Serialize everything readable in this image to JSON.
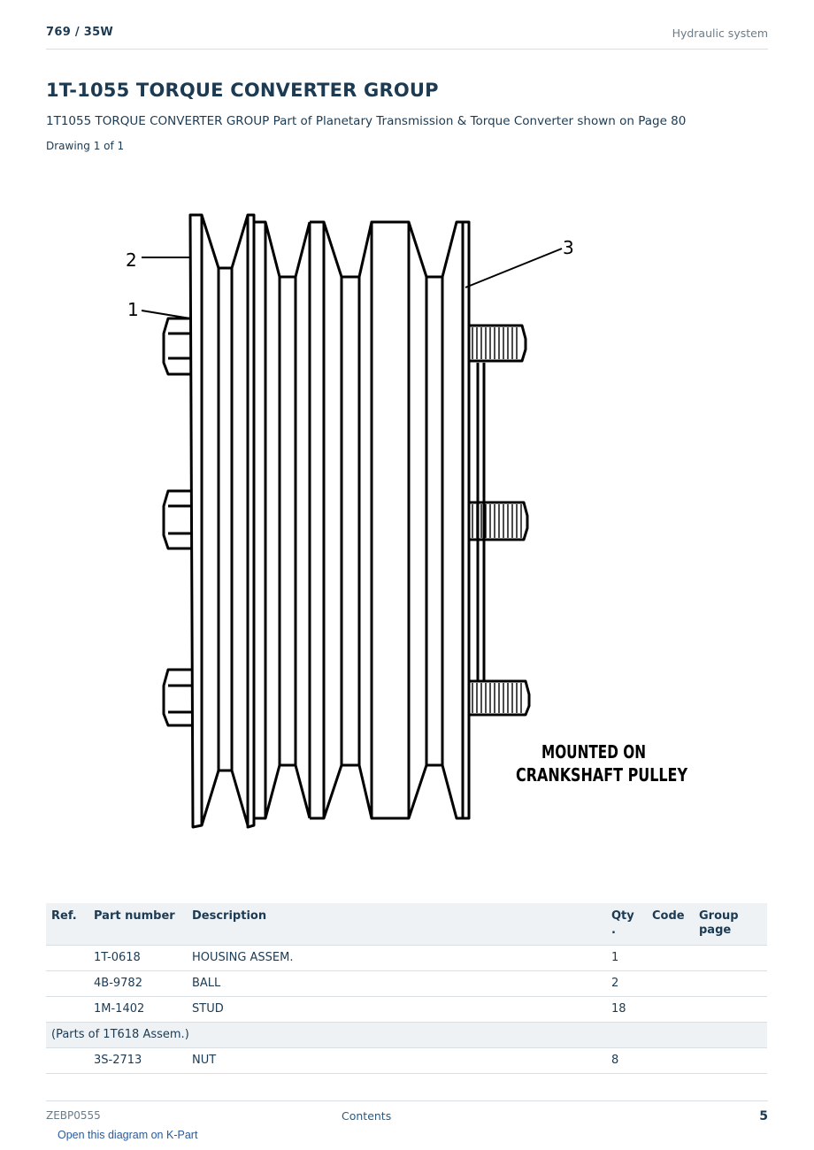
{
  "header": {
    "model": "769  /  35W",
    "section": "Hydraulic system"
  },
  "title": "1T-1055 TORQUE CONVERTER GROUP",
  "subtitle": "1T1055 TORQUE CONVERTER GROUP Part of Planetary Transmission & Torque Converter shown on Page 80",
  "drawing_note": "Drawing 1 of 1",
  "diagram": {
    "callouts": [
      "1",
      "2",
      "3"
    ],
    "caption_line1": "MOUNTED ON",
    "caption_line2": "CRANKSHAFT PULLEY"
  },
  "table": {
    "headers": {
      "ref": "Ref.",
      "part_number": "Part number",
      "description": "Description",
      "qty_line1": "Qty",
      "qty_line2": ".",
      "code": "Code",
      "group_page_line1": "Group",
      "group_page_line2": "page"
    },
    "rows": [
      {
        "ref": "",
        "part_number": "1T-0618",
        "description": "HOUSING ASSEM.",
        "qty": "1",
        "code": "",
        "group_page": ""
      },
      {
        "ref": "",
        "part_number": "4B-9782",
        "description": "BALL",
        "qty": "2",
        "code": "",
        "group_page": ""
      },
      {
        "ref": "",
        "part_number": "1M-1402",
        "description": "STUD",
        "qty": "18",
        "code": "",
        "group_page": ""
      }
    ],
    "note_row": "(Parts of 1T618 Assem.)",
    "rows_after": [
      {
        "ref": "",
        "part_number": "3S-2713",
        "description": "NUT",
        "qty": "8",
        "code": "",
        "group_page": ""
      }
    ]
  },
  "footer": {
    "doc_id": "ZEBP0555",
    "contents_link": "Contents",
    "page_number": "5"
  },
  "kpart_link": "Open this diagram on K-Part"
}
